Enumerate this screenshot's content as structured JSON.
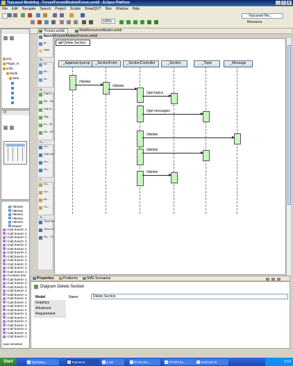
{
  "window": {
    "title": "Topcased Modeling - Forum/Forum/Models/Forum.umldi - Eclipse Platform",
    "controls": [
      "_",
      "□",
      "x"
    ]
  },
  "menu": [
    "File",
    "Edit",
    "Navigate",
    "Search",
    "Project",
    "Scripts",
    "SmartQVT",
    "Run",
    "Window",
    "Help"
  ],
  "toolbar": {
    "zoom": "100%",
    "perspective": "Topcased Mo...",
    "resource": "Resource"
  },
  "explorer": {
    "rows": [
      "proj",
      "Plugin_N",
      "sofia",
      "Mode",
      "Web",
      "",
      "",
      "",
      "",
      ""
    ],
    "mini_tab": "O",
    "lower_rows": [
      "<Messa",
      "<Messa",
      "<Messa",
      "<Messa",
      "<Messa",
      "Sequer",
      "<Call Event> C",
      "<Call Event> C",
      "<Call Event> C",
      "<Call Event> C",
      "<Call Event> C",
      "<Call Event> C",
      "<Call Event> C",
      "<Call Event> C",
      "<Call Event> C",
      "<Call Event> C",
      "<Call Event> C",
      "<Call Event> C",
      "<Creation Eve",
      "<Call Event> C",
      "<Call Event> C",
      "<Call Event> C",
      "<Call Event> C",
      "<Call Event> C",
      "<Call Event> C",
      "<Call Event> C",
      "<Call Event> C",
      "<Call Event> C",
      "<Call Event> C",
      "<Call Event> C",
      "<Call Event> C",
      "<Call Event> C",
      "<Call Event> C",
      "<Call Event> C",
      "<Call Event> C"
    ],
    "footer": "case sensitive"
  },
  "palette": {
    "top_items": [
      "Sel...",
      "M...",
      "Note"
    ],
    "groups": [
      {
        "header": "M...",
        "items": [
          "Lif...",
          "Ex...",
          "Sl..."
        ]
      },
      {
        "header": "M...",
        "items": [
          "Call D...",
          "Re... M...",
          "Call O...",
          "Sig...",
          "Cr... M...",
          "De... M..."
        ]
      },
      {
        "header": "Fr...",
        "items": [
          "Co...",
          "Call Link",
          "Co...",
          "Co..."
        ]
      },
      {
        "header": "F...",
        "items": [
          "Co...",
          "Co...",
          "Int...",
          "Co..."
        ]
      },
      {
        "header": "Ti...",
        "items": [
          "Time Ob...",
          "Time Link",
          "Du... Co..."
        ]
      }
    ]
  },
  "editor": {
    "tabs": [
      "*Forum.umldi",
      "WebResourcesModel.umldi"
    ],
    "breadcrumb": "Forum/Forum/Models/Forum.umldi",
    "diagram_title": "Delete Section",
    "diagram_kind": "sd",
    "lifelines": [
      "_Администратор",
      "_SectionForm",
      "_SectionController",
      "_Section",
      "_Topic",
      "_Message"
    ],
    "messages": [
      "//delete",
      "//delete",
      "//get topics",
      "//get messages",
      "//delete",
      "//delete",
      "//delete"
    ]
  },
  "bottom": {
    "tabs": [
      "Properties",
      "Problems",
      "SME Scenarios"
    ],
    "header": "Diagram Delete Section",
    "prop_tabs": [
      "Model",
      "Graphics",
      "Advanced",
      "Requirement"
    ],
    "name_label": "Name:",
    "name_value": "Delete Section"
  },
  "taskbar": {
    "start": "Start",
    "buttons": [
      "Требован...",
      "Topcased...",
      "3 ran",
      "Отчёт.doc...",
      "ОТЧЁТ.do...",
      "UseCase D..."
    ],
    "clock": "0:52"
  }
}
